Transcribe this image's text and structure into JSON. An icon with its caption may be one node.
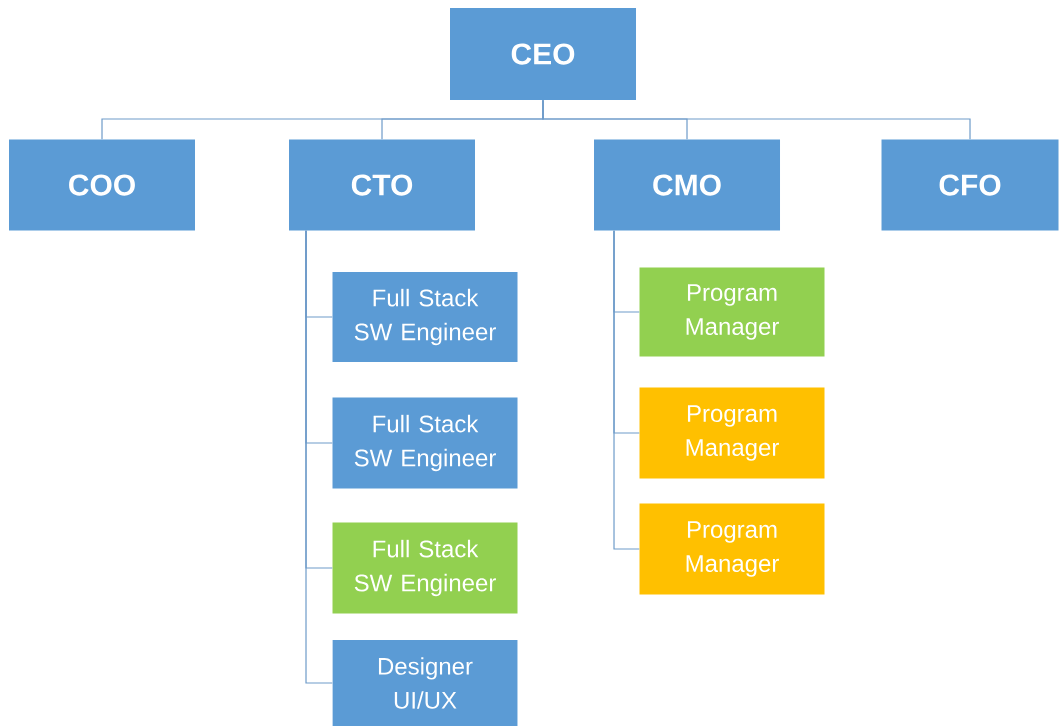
{
  "diagram": {
    "nodes": [
      {
        "text": [
          "CEO"
        ]
      },
      {
        "text": [
          "COO"
        ]
      },
      {
        "text": [
          "CTO"
        ]
      },
      {
        "text": [
          "CMO"
        ]
      },
      {
        "text": [
          "CFO"
        ]
      },
      {
        "text": [
          "Full Stack SW Engineer"
        ]
      },
      {
        "text": [
          "Full Stack SW Engineer"
        ]
      },
      {
        "text": [
          "Full Stack SW Engineer"
        ]
      },
      {
        "text": [
          "Designer UI/UX"
        ]
      },
      {
        "text": [
          "Program Manager"
        ]
      },
      {
        "text": [
          "Program Manager"
        ]
      },
      {
        "text": [
          "Program Manager"
        ]
      }
    ],
    "edges": [
      {
        "from": 0,
        "to": 1,
        "arrow": "none"
      },
      {
        "from": 0,
        "to": 2,
        "arrow": "none"
      },
      {
        "from": 0,
        "to": 3,
        "arrow": "none"
      },
      {
        "from": 0,
        "to": 4,
        "arrow": "none"
      },
      {
        "from": 2,
        "to": 5,
        "arrow": "none"
      },
      {
        "from": 2,
        "to": 6,
        "arrow": "none"
      },
      {
        "from": 2,
        "to": 7,
        "arrow": "none"
      },
      {
        "from": 2,
        "to": 8,
        "arrow": "none"
      },
      {
        "from": 3,
        "to": 9,
        "arrow": "none"
      },
      {
        "from": 3,
        "to": 10,
        "arrow": "none"
      },
      {
        "from": 3,
        "to": 11,
        "arrow": "none"
      }
    ]
  }
}
